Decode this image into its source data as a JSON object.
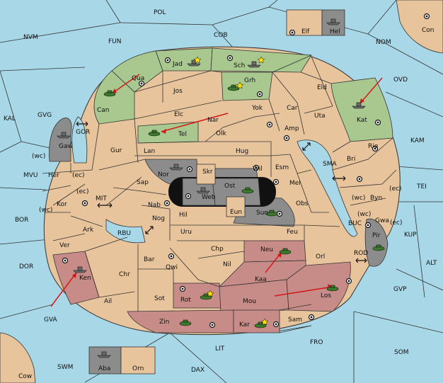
{
  "colors": {
    "sea": "#a8d8e8",
    "land": "#e8c49c",
    "green": "#a8c890",
    "red": "#c88c88",
    "gray": "#8c8c8c",
    "black": "#111111",
    "arrow": "#d41818"
  },
  "sea_labels": {
    "pol": "POL",
    "fun": "FUN",
    "cob": "COB",
    "nvm": "NVM",
    "nom": "NOM",
    "con": "Con",
    "kal": "KAL",
    "gvg": "GVG",
    "gor": "GOR",
    "ovd": "OVD",
    "kam": "KAM",
    "mvu": "MVU",
    "sma": "SMA",
    "tei": "TEI",
    "bor": "BOR",
    "mit": "MIT",
    "buc": "BUC",
    "kup": "KUP",
    "rbu": "RBU",
    "rod": "ROD",
    "dor": "DOR",
    "alt": "ALT",
    "gvp": "GVP",
    "gva": "GVA",
    "fro": "FRO",
    "som": "SOM",
    "lit": "LIT",
    "swm": "SWM",
    "dax": "DAX",
    "cow": "Cow"
  },
  "land_labels": {
    "elf": "Elf",
    "hel": "Hel",
    "jad": "Jad",
    "sch": "Sch",
    "qua": "Qua",
    "can": "Can",
    "jos": "Jos",
    "grh": "Grh",
    "eld": "Eld",
    "yok": "Yok",
    "car": "Car",
    "kat": "Kat",
    "elc": "Elc",
    "nar": "Nar",
    "uta": "Uta",
    "tel": "Tel",
    "olk": "Olk",
    "amp": "Amp",
    "gaw": "Gaw",
    "gur": "Gur",
    "lan": "Lan",
    "hug": "Hug",
    "rie": "Rie",
    "bri": "Bri",
    "nor": "Nor",
    "wil": "Wil",
    "esm": "Esm",
    "her": "Her",
    "skr": "Skr",
    "sap": "Sap",
    "ost": "Ost",
    "mel": "Mel",
    "web": "Web",
    "byn": "Byn",
    "kor": "Kor",
    "nab": "Nab",
    "eun": "Eun",
    "sun": "Sun",
    "obs": "Obs",
    "hil": "Hil",
    "gwa": "Gwa",
    "ark": "Ark",
    "nog": "Nog",
    "pir": "Pir",
    "uru": "Uru",
    "feu": "Feu",
    "ver": "Ver",
    "chp": "Chp",
    "neu": "Neu",
    "bar": "Bar",
    "qwi": "Qwi",
    "nil": "Nil",
    "orl": "Orl",
    "ken": "Ken",
    "chr": "Chr",
    "kaa": "Kaa",
    "rot": "Rot",
    "sot": "Sot",
    "mou": "Mou",
    "los": "Los",
    "ail": "Ail",
    "zin": "Zin",
    "kar": "Kar",
    "sam": "Sam",
    "aba": "Aba",
    "orn": "Orn"
  },
  "coast_tags": {
    "wc1": "(wc)",
    "ec1": "(ec)",
    "ec2": "(ec)",
    "wc2": "(wc)",
    "wc3": "(wc)",
    "ec3": "(ec)",
    "wc4": "(wc)",
    "ec4": "(ec)"
  },
  "units": [
    {
      "power": "green",
      "type": "army",
      "province": "Can"
    },
    {
      "power": "green",
      "type": "army",
      "province": "Grh"
    },
    {
      "power": "green",
      "type": "army",
      "province": "Tel"
    },
    {
      "power": "gray",
      "type": "fleet",
      "province": "Jad"
    },
    {
      "power": "gray",
      "type": "fleet",
      "province": "Sch"
    },
    {
      "power": "gray",
      "type": "fleet",
      "province": "Kat"
    },
    {
      "power": "gray",
      "type": "fleet",
      "province": "Hel"
    },
    {
      "power": "gray",
      "type": "fleet",
      "province": "Gaw"
    },
    {
      "power": "gray",
      "type": "fleet",
      "province": "Nor"
    },
    {
      "power": "gray",
      "type": "fleet",
      "province": "Web"
    },
    {
      "power": "gray",
      "type": "fleet",
      "province": "Ken"
    },
    {
      "power": "gray",
      "type": "fleet",
      "province": "Aba"
    },
    {
      "power": "green",
      "type": "army",
      "province": "Ost"
    },
    {
      "power": "green",
      "type": "army",
      "province": "Sun"
    },
    {
      "power": "green",
      "type": "army",
      "province": "Pir"
    },
    {
      "power": "green",
      "type": "army",
      "province": "Neu"
    },
    {
      "power": "green",
      "type": "army",
      "province": "Rot"
    },
    {
      "power": "green",
      "type": "army",
      "province": "Los"
    },
    {
      "power": "green",
      "type": "army",
      "province": "Zin"
    },
    {
      "power": "green",
      "type": "army",
      "province": "Kar"
    }
  ]
}
